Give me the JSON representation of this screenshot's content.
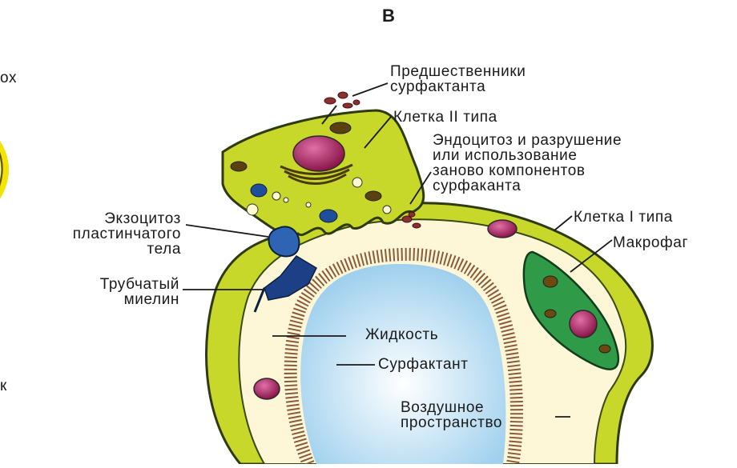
{
  "panel_letter": "В",
  "partial_left": {
    "top": "ох",
    "bottom": "к"
  },
  "labels": {
    "precursors": [
      "Предшественники",
      "сурфактанта"
    ],
    "type2": "Клетка II типа",
    "endocytosis": [
      "Эндоцитоз и разрушение",
      "или использование",
      "заново компонентов",
      "сурфаканта"
    ],
    "type1": "Клетка I типа",
    "macrophage": "Макрофаг",
    "exocytosis": [
      "Экзоцитоз",
      "пластинчатого",
      "тела"
    ],
    "tubular": [
      "Трубчатый",
      "миелин"
    ],
    "fluid": "Жидкость",
    "surfactant": "Сурфактант",
    "air": [
      "Воздушное",
      "пространство"
    ]
  },
  "colors": {
    "cell_wall": "#c8d82a",
    "cell_outline": "#2e3a10",
    "fluid": "#fdf7d8",
    "air_center": "#ffffff",
    "air_edge": "#9fd0ee",
    "surfactant_layer": "#8a5a3a",
    "nucleus": "#a0205a",
    "macrophage": "#2f9a48",
    "lamellar_body": "#1f4f9a",
    "left_ring": "#f2e400"
  }
}
